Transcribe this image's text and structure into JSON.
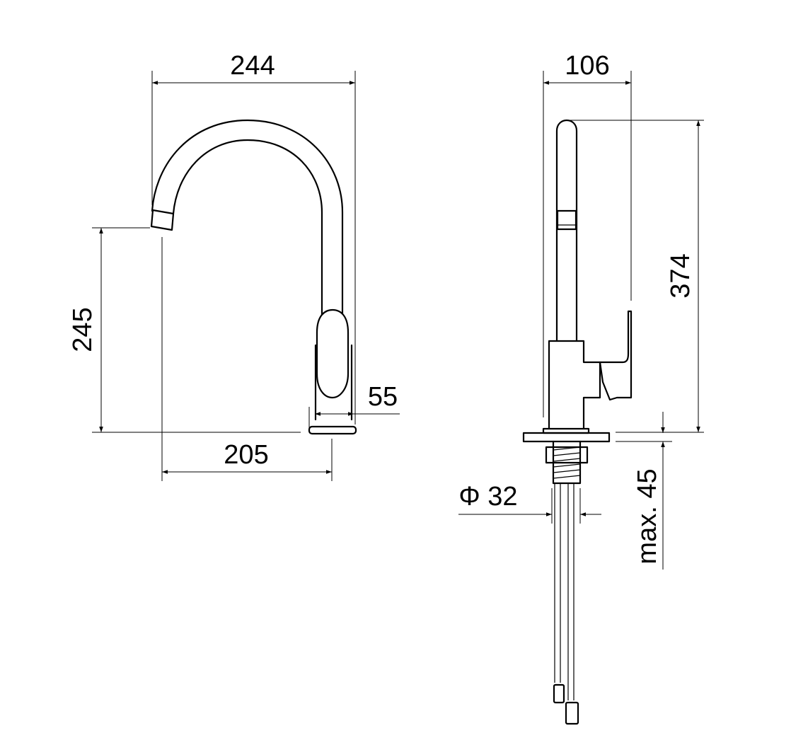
{
  "title": "Kitchen faucet dimension drawing",
  "front_view": {
    "width_label": "244",
    "spout_height_label": "245",
    "reach_label": "205",
    "base_diameter_label": "55"
  },
  "side_view": {
    "depth_label": "106",
    "total_height_label": "374",
    "hole_label": "Φ 32",
    "max_thickness_label": "max. 45"
  },
  "colors": {
    "line": "#000000",
    "background": "#ffffff"
  }
}
